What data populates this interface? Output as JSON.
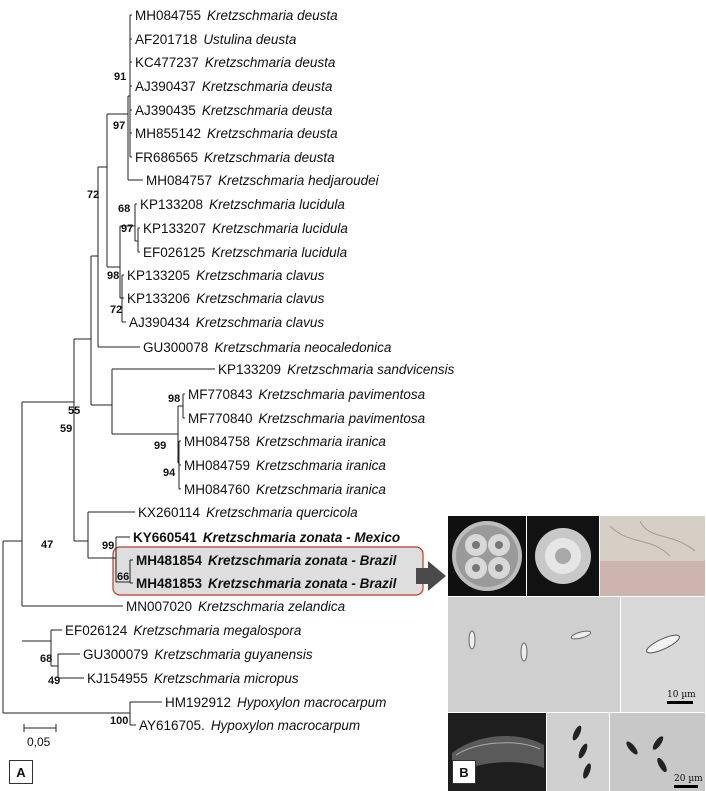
{
  "taxa": [
    {
      "acc": "MH084755",
      "name": "Kretzschmaria deusta"
    },
    {
      "acc": "AF201718",
      "name": "Ustulina deusta"
    },
    {
      "acc": "KC477237",
      "name": "Kretzschmaria deusta"
    },
    {
      "acc": "AJ390437",
      "name": "Kretzschmaria deusta"
    },
    {
      "acc": "AJ390435",
      "name": "Kretzschmaria deusta"
    },
    {
      "acc": "MH855142",
      "name": "Kretzschmaria deusta"
    },
    {
      "acc": "FR686565",
      "name": "Kretzschmaria deusta"
    },
    {
      "acc": "MH084757",
      "name": "Kretzschmaria hedjaroudei"
    },
    {
      "acc": "KP133208",
      "name": "Kretzschmaria lucidula"
    },
    {
      "acc": "KP133207",
      "name": "Kretzschmaria lucidula"
    },
    {
      "acc": "EF026125",
      "name": "Kretzschmaria lucidula"
    },
    {
      "acc": "KP133205",
      "name": "Kretzschmaria clavus"
    },
    {
      "acc": "KP133206",
      "name": "Kretzschmaria clavus"
    },
    {
      "acc": "AJ390434",
      "name": "Kretzschmaria clavus"
    },
    {
      "acc": "GU300078",
      "name": "Kretzschmaria neocaledonica"
    },
    {
      "acc": "KP133209",
      "name": "Kretzschmaria sandvicensis"
    },
    {
      "acc": "MF770843",
      "name": "Kretzschmaria pavimentosa"
    },
    {
      "acc": "MF770840",
      "name": "Kretzschmaria pavimentosa"
    },
    {
      "acc": "MH084758",
      "name": "Kretzschmaria iranica"
    },
    {
      "acc": "MH084759",
      "name": "Kretzschmaria iranica"
    },
    {
      "acc": "MH084760",
      "name": "Kretzschmaria iranica"
    },
    {
      "acc": "KX260114",
      "name": "Kretzschmaria quercicola"
    },
    {
      "acc": "KY660541",
      "name": "Kretzschmaria zonata - Mexico"
    },
    {
      "acc": "MH481854",
      "name": "Kretzschmaria zonata - Brazil"
    },
    {
      "acc": "MH481853",
      "name": "Kretzschmaria zonata - Brazil"
    },
    {
      "acc": "MN007020",
      "name": "Kretzschmaria zelandica"
    },
    {
      "acc": "EF026124",
      "name": "Kretzschmaria megalospora"
    },
    {
      "acc": "GU300079",
      "name": "Kretzschmaria guyanensis"
    },
    {
      "acc": "KJ154955",
      "name": "Kretzschmaria micropus"
    },
    {
      "acc": "HM192912",
      "name": "Hypoxylon macrocarpum"
    },
    {
      "acc": "AY616705.",
      "name": "Hypoxylon macrocarpum"
    }
  ],
  "bootstrap": [
    "91",
    "97",
    "72",
    "68",
    "97",
    "98",
    "72",
    "98",
    "55",
    "99",
    "94",
    "59",
    "99",
    "47",
    "66",
    "68",
    "49",
    "100"
  ],
  "scale_bar_label": "0,05",
  "panel_a_label": "A",
  "panel_b_label": "B",
  "micro_scale_labels": [
    "10 µm",
    "20 µm"
  ],
  "colors": {
    "highlight_fill": "#dedede",
    "highlight_border": "#c0392b",
    "arrow": "#4a4a4a"
  }
}
